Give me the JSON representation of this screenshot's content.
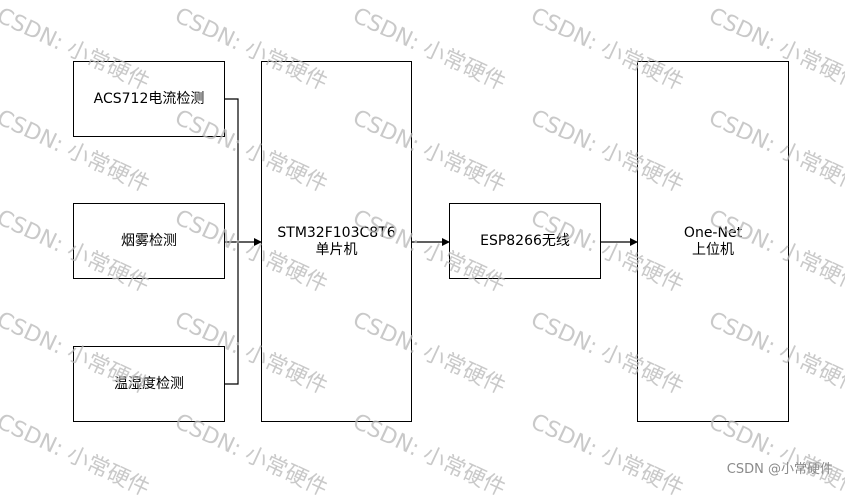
{
  "diagram": {
    "nodes": {
      "acs712": {
        "label": "ACS712电流检测"
      },
      "smoke": {
        "label": "烟雾检测"
      },
      "temp_humidity": {
        "label": "温湿度检测"
      },
      "mcu": {
        "line1": "STM32F103C8T6",
        "line2": "单片机"
      },
      "esp8266": {
        "label": "ESP8266无线"
      },
      "onenet": {
        "line1": "One-Net",
        "line2": "上位机"
      }
    },
    "edges": [
      {
        "from": "acs712",
        "to": "mcu"
      },
      {
        "from": "smoke",
        "to": "mcu"
      },
      {
        "from": "temp_humidity",
        "to": "mcu"
      },
      {
        "from": "mcu",
        "to": "esp8266"
      },
      {
        "from": "esp8266",
        "to": "onenet"
      }
    ]
  },
  "watermark": {
    "text": "CSDN: 小常硬件"
  },
  "footer": {
    "credit": "CSDN @小常硬件"
  },
  "colors": {
    "line": "#000000",
    "watermark": "#b8b8b8"
  }
}
